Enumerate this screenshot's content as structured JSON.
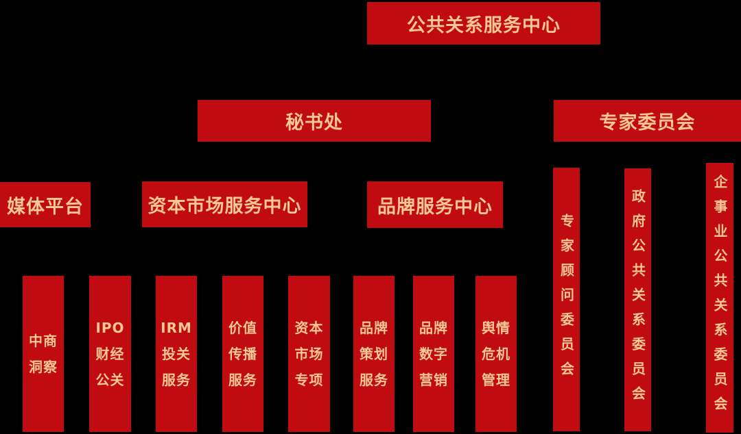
{
  "org_chart": {
    "title": "公共关系服务中心",
    "root": {
      "label": "公共关系服务中心"
    },
    "level2": [
      {
        "label": "秘书处"
      },
      {
        "label": "专家委员会"
      }
    ],
    "level3": [
      {
        "label": "媒体平台"
      },
      {
        "label": "资本市场服务中心"
      },
      {
        "label": "品牌服务中心"
      }
    ],
    "departments": [
      {
        "id": "zhongshang-insight",
        "lines": [
          "中商",
          "洞察"
        ]
      },
      {
        "id": "ipo-financial-pr",
        "lines": [
          "IPO",
          "财经",
          "公关"
        ]
      },
      {
        "id": "irm-investor-relations",
        "lines": [
          "IRM",
          "投关",
          "服务"
        ]
      },
      {
        "id": "value-communication",
        "lines": [
          "价值",
          "传播",
          "服务"
        ]
      },
      {
        "id": "capital-market-special",
        "lines": [
          "资本",
          "市场",
          "专项"
        ]
      },
      {
        "id": "brand-planning",
        "lines": [
          "品牌",
          "策划",
          "服务"
        ]
      },
      {
        "id": "brand-digital-marketing",
        "lines": [
          "品牌",
          "数字",
          "营销"
        ]
      },
      {
        "id": "opinion-crisis-mgmt",
        "lines": [
          "舆情",
          "危机",
          "管理"
        ]
      }
    ],
    "committees": [
      {
        "id": "expert-advisory",
        "label": "专家顾问委员会"
      },
      {
        "id": "government-pr",
        "label": "政府公共关系委员会"
      },
      {
        "id": "enterprise-public-pr",
        "label": "企事业公共关系委员会"
      }
    ],
    "colors": {
      "box_red": "#c00b10",
      "text_peach": "#f8c795",
      "background": "#000000"
    }
  }
}
